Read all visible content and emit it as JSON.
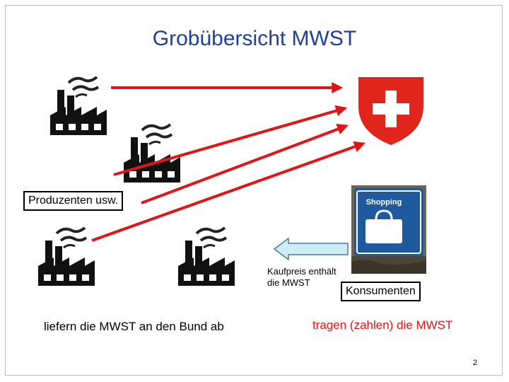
{
  "title": "Grobübersicht MWST",
  "producers_label": "Produzenten usw.",
  "consumers_label": "Konsumenten",
  "price_note_line1": "Kaufpreis enthält",
  "price_note_line2": "die MWST",
  "caption_left": "liefern die MWST an den Bund ab",
  "caption_right": "tragen (zahlen) die MWST",
  "shopping_sign": "Shopping",
  "page_number": "2",
  "colors": {
    "title": "#1f3f9a",
    "arrow": "#e01616",
    "caption_right": "#e01616",
    "left_arrow_fill": "#cdeef3",
    "left_arrow_stroke": "#4a78b0",
    "swiss_red": "#e0261c",
    "sign_blue": "#1f5a9e"
  },
  "icons": [
    "factory-icon",
    "swiss-coat-of-arms-icon",
    "shopping-bag-icon",
    "left-arrow-icon"
  ]
}
